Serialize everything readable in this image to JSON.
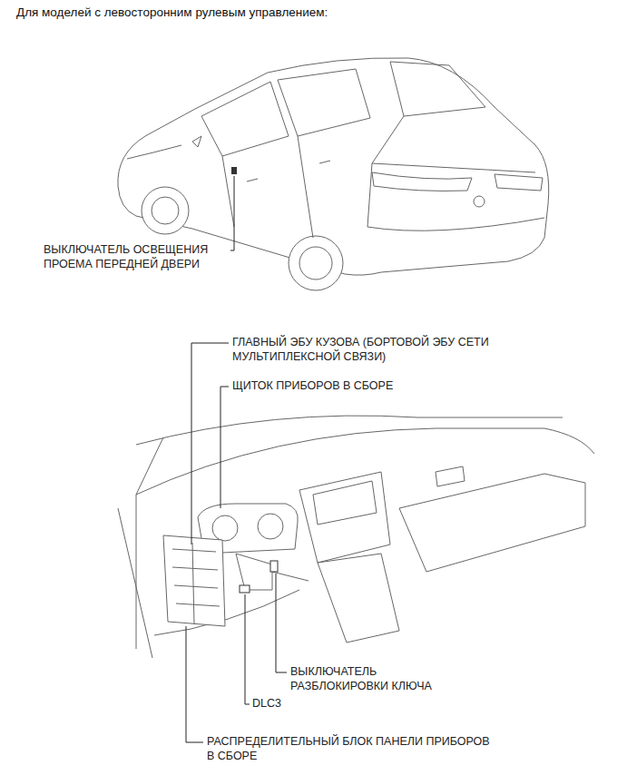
{
  "diagram": {
    "title": "Для моделей с левосторонним рулевым управлением:",
    "labels": [
      "ВЫКЛЮЧАТЕЛЬ ОСВЕЩЕНИЯ ПРОЕМА ПЕРЕДНЕЙ ДВЕРИ",
      "ГЛАВНЫЙ ЭБУ КУЗОВА (БОРТОВОЙ ЭБУ СЕТИ МУЛЬТИПЛЕКСНОЙ СВЯЗИ)",
      "ЩИТОК ПРИБОРОВ В СБОРЕ",
      "ВЫКЛЮЧАТЕЛЬ РАЗБЛОКИРОВКИ КЛЮЧА",
      "DLC3",
      "РАСПРЕДЕЛИТЕЛЬНЫЙ БЛОК ПАНЕЛИ ПРИБОРОВ В СБОРЕ"
    ]
  }
}
